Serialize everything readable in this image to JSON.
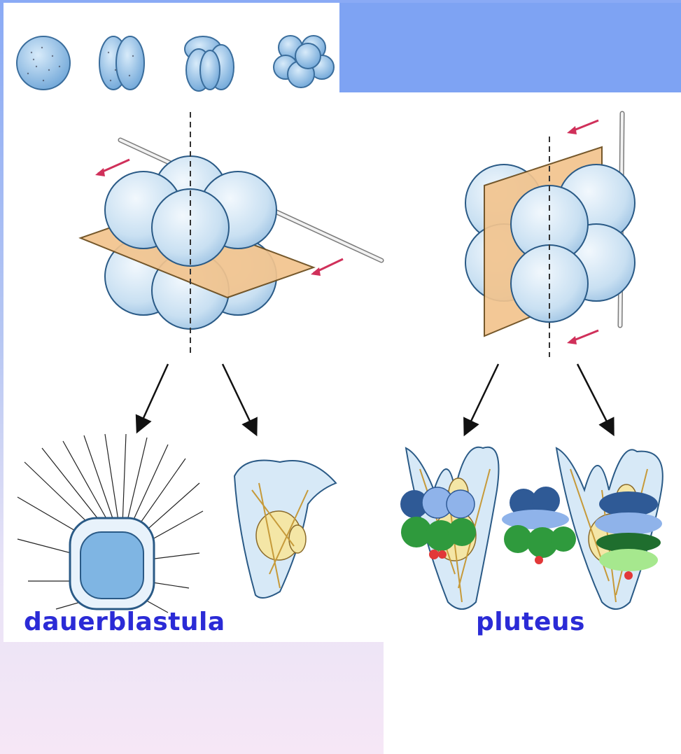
{
  "labels": {
    "dauerblastula": "dauerblastula",
    "pluteus": "pluteus"
  },
  "colors": {
    "cell_fill": "#cfe4f4",
    "cell_edge": "#2a5a86",
    "plane": "#f2c48e",
    "arrow_red": "#d0305a",
    "label_blue": "#2b2bd6",
    "dark_blue": "#2f5a96",
    "light_blue": "#8fb3ea",
    "green": "#2f9a3d",
    "light_green": "#a6e88e",
    "red": "#e23838"
  },
  "figure": {
    "top_row": [
      "1-cell",
      "2-cell",
      "4-cell",
      "8-cell"
    ],
    "bottom_row": [
      "embryo-a",
      "embryo-b",
      "embryo-c"
    ]
  }
}
